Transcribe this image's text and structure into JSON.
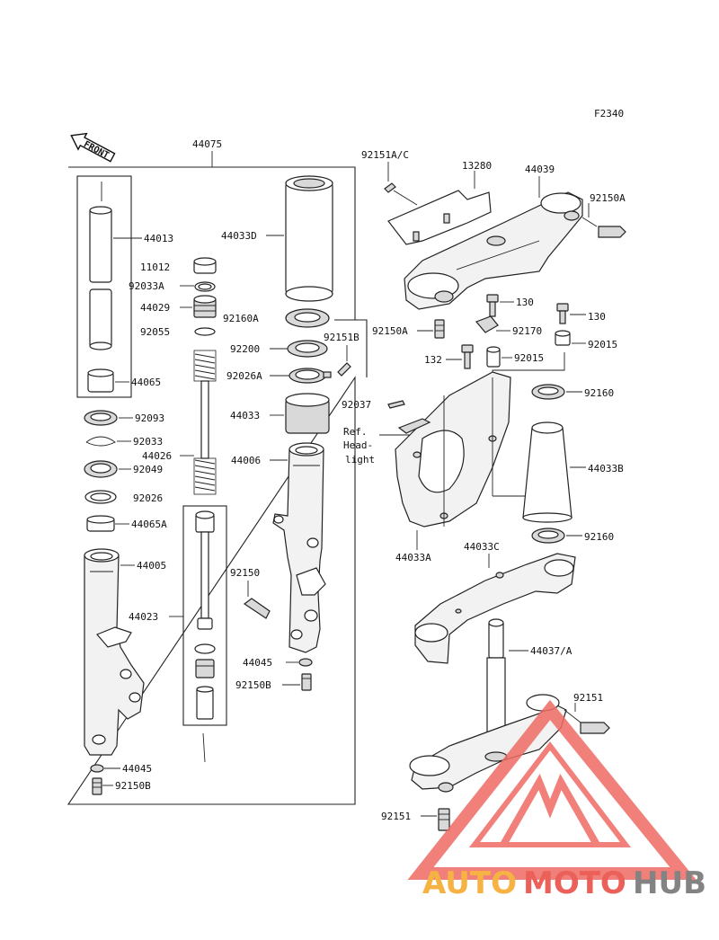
{
  "figure_code": "F2340",
  "front_arrow": "FRONT",
  "assembly_label": "44075",
  "ref_note": {
    "line1": "Ref.",
    "line2": "Head-",
    "line3": "light"
  },
  "callouts": {
    "p44013": "44013",
    "p11012": "11012",
    "p92033A": "92033A",
    "p44029": "44029",
    "p92055": "92055",
    "p44065": "44065",
    "p92093": "92093",
    "p92033": "92033",
    "p44026": "44026",
    "p92049": "92049",
    "p92026": "92026",
    "p44065A": "44065A",
    "p44005": "44005",
    "p44023": "44023",
    "p44045a": "44045",
    "p92150Ba": "92150B",
    "p44033D": "44033D",
    "p92160A": "92160A",
    "p92200": "92200",
    "p92151B": "92151B",
    "p92026A": "92026A",
    "p92037": "92037",
    "p44033": "44033",
    "p44006": "44006",
    "p92150": "92150",
    "p44045b": "44045",
    "p92150Bb": "92150B",
    "p92151AC": "92151A/C",
    "p13280": "13280",
    "p44039": "44039",
    "p92150Aa": "92150A",
    "p130a": "130",
    "p130b": "130",
    "p92150Ab": "92150A",
    "p92170": "92170",
    "p92015a": "92015",
    "p132": "132",
    "p92015b": "92015",
    "p92160a": "92160",
    "p44033B": "44033B",
    "p44033A": "44033A",
    "p44033C": "44033C",
    "p92160b": "92160",
    "p44037A": "44037/A",
    "p92151a": "92151",
    "p92151b": "92151"
  },
  "watermark": {
    "part1": "AUTO",
    "part2": "MOTO",
    "part3": "HUB"
  },
  "colors": {
    "wm_orange": "#f5a623",
    "wm_red": "#e8453c",
    "wm_gray": "#6e6e6e",
    "wm_triangle": "#ef6b64"
  }
}
